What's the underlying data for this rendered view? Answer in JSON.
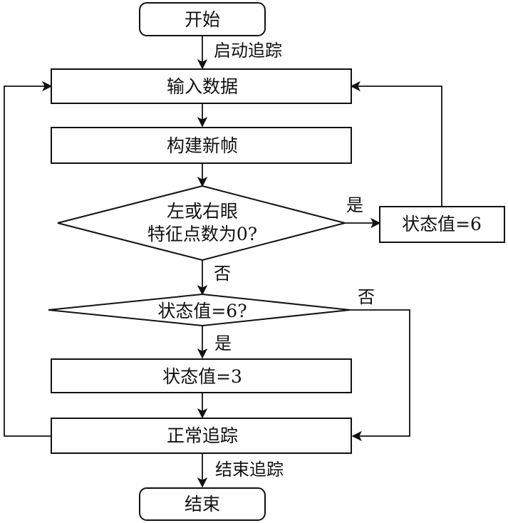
{
  "diagram": {
    "nodes": {
      "start": "开始",
      "input": "输入数据",
      "build": "构建新帧",
      "decision1_line1": "左或右眼",
      "decision1_line2": "特征点数为0?",
      "state6": "状态值=6",
      "decision2": "状态值=6?",
      "state3": "状态值=3",
      "normal": "正常追踪",
      "end": "结束"
    },
    "edges": {
      "start_to_input": "启动追踪",
      "decision1_yes": "是",
      "decision1_no": "否",
      "decision2_yes": "是",
      "decision2_no": "否",
      "normal_to_end": "结束追踪"
    }
  }
}
